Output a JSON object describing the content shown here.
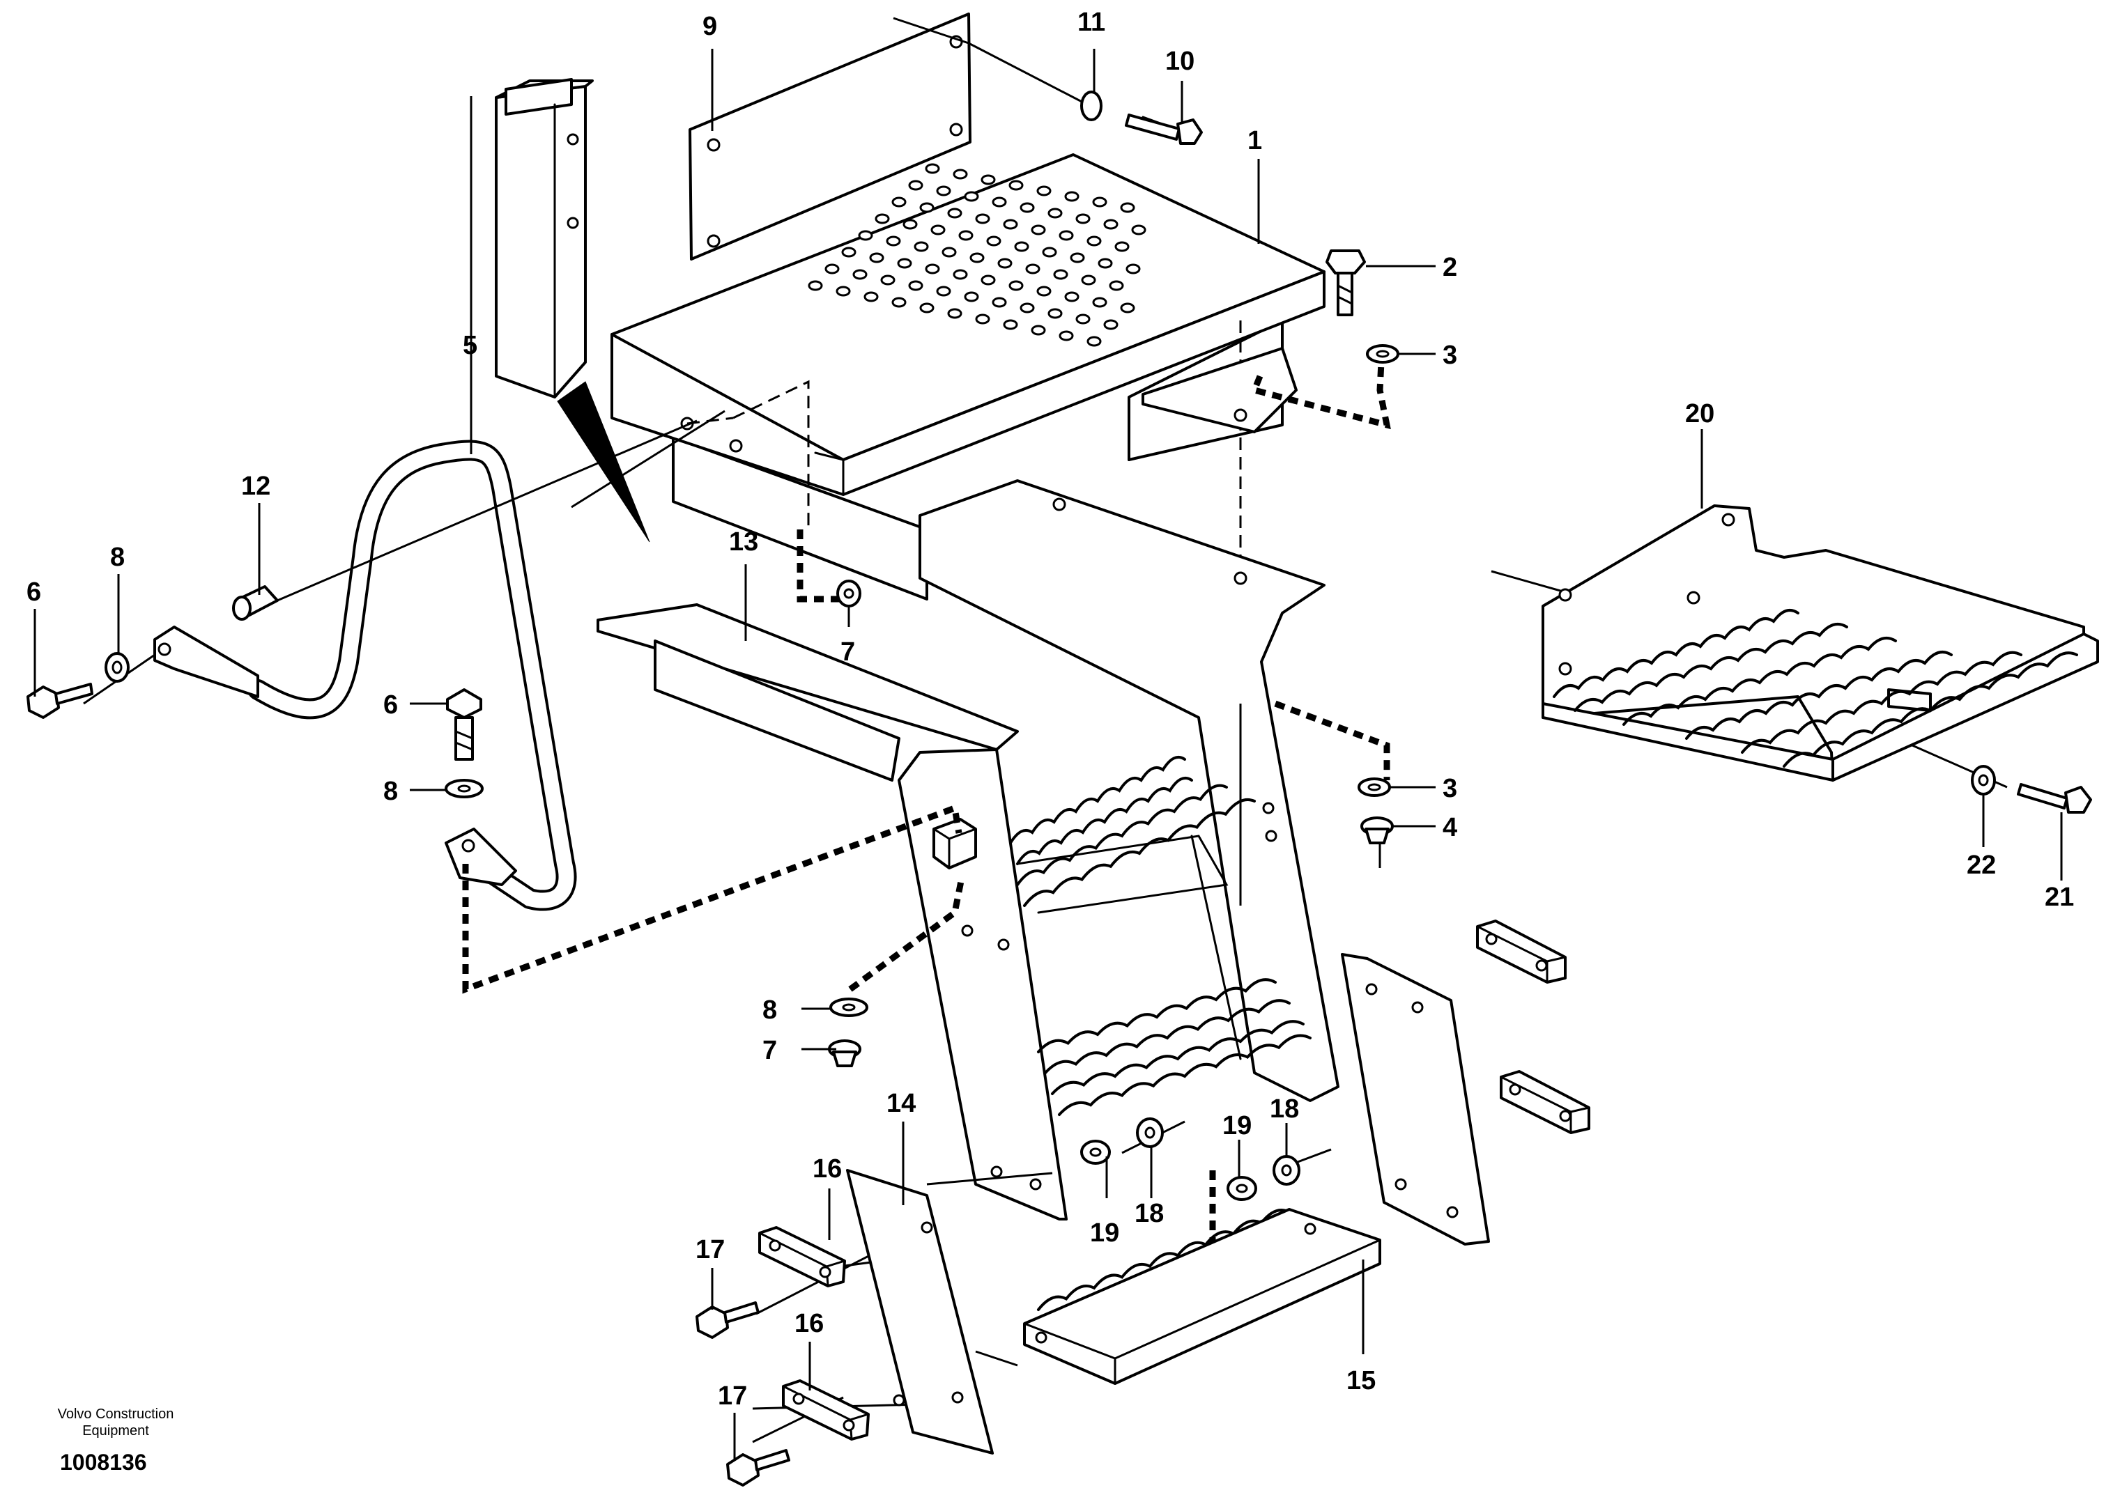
{
  "diagram": {
    "labels": {
      "l1": "1",
      "l2": "2",
      "l3a": "3",
      "l3b": "3",
      "l4": "4",
      "l5": "5",
      "l6a": "6",
      "l6b": "6",
      "l7a": "7",
      "l7b": "7",
      "l8a": "8",
      "l8b": "8",
      "l8c": "8",
      "l9": "9",
      "l10": "10",
      "l11": "11",
      "l12": "12",
      "l13": "13",
      "l14": "14",
      "l15": "15",
      "l16a": "16",
      "l16b": "16",
      "l17a": "17",
      "l17b": "17",
      "l18a": "18",
      "l18b": "18",
      "l19a": "19",
      "l19b": "19",
      "l20": "20",
      "l21": "21",
      "l22": "22"
    },
    "footer": {
      "brand_line1": "Volvo Construction",
      "brand_line2": "Equipment",
      "drawing_number": "1008136"
    }
  }
}
